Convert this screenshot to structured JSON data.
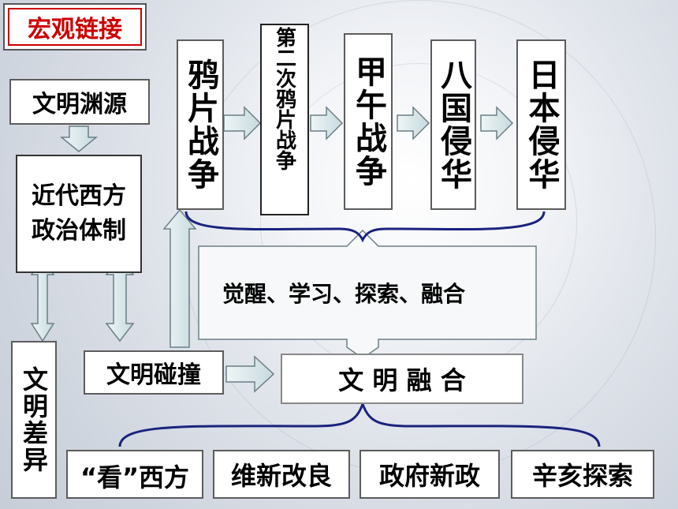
{
  "title": "宏观链接",
  "top_events": [
    "鸦片战争",
    "第二次鸦片战争",
    "甲午战争",
    "八国侵华",
    "日本侵华"
  ],
  "left_chain": {
    "origin": "文明渊源",
    "system": "近代西方政治体制",
    "difference": "文明差异",
    "collision": "文明碰撞"
  },
  "center_banner": "觉醒、学习、探索、融合",
  "fusion": "文 明 融 合",
  "bottom_items": [
    "“看”西方",
    "维新改良",
    "政府新政",
    "辛亥探索"
  ],
  "colors": {
    "title_red": "#cc0000",
    "arrow_fill": "#cfe0e3",
    "arrow_stroke": "#6b7f86",
    "brace": "#1a237e"
  }
}
